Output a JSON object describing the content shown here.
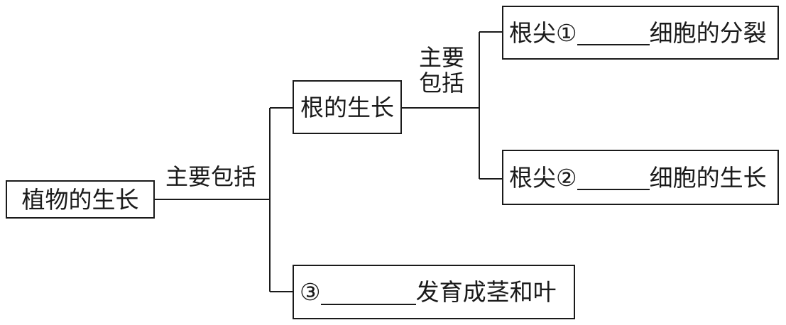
{
  "root": {
    "label": "植物的生长"
  },
  "edge_main": {
    "label": "主要包括"
  },
  "edge_root": {
    "line1": "主要",
    "line2": "包括"
  },
  "root_growth": {
    "label": "根的生长"
  },
  "tip_division": {
    "prefix": "根尖",
    "marker": "①",
    "suffix": "细胞的分裂"
  },
  "tip_growth": {
    "prefix": "根尖",
    "marker": "②",
    "suffix": "细胞的生长"
  },
  "stem_leaf": {
    "marker": "③",
    "suffix": "发育成茎和叶"
  }
}
